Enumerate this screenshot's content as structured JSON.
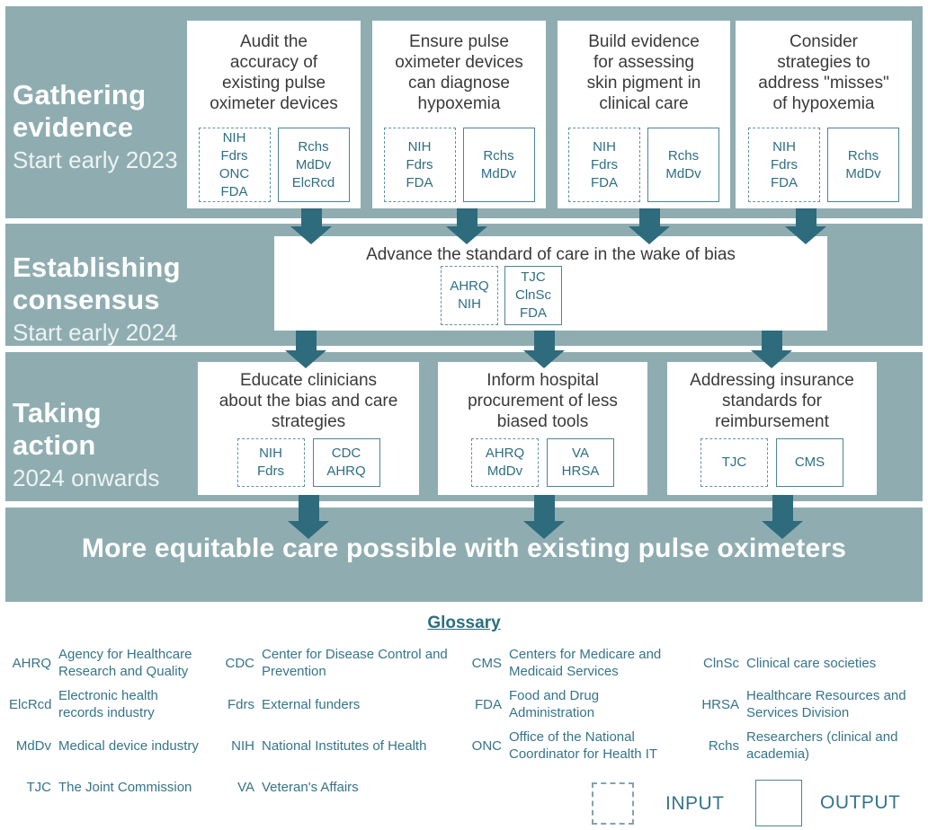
{
  "palette": {
    "band_background": "#8FADB1",
    "arrow_color": "#2E6B7D",
    "teal_text": "#2E6E84",
    "glossary_text": "#35748A",
    "box_border_solid": "#4A8598",
    "box_border_dashed": "#5E93A5",
    "card_title_text": "#3A3A3A",
    "band_title_text": "#FFFFFF"
  },
  "bands": [
    {
      "title": "Gathering\nevidence",
      "subtitle": "Start early 2023",
      "cards": [
        {
          "title": "Audit the\naccuracy of\nexisting pulse\noximeter devices",
          "input": "NIH\nFdrs\nONC\nFDA",
          "output": "Rchs\nMdDv\nElcRcd"
        },
        {
          "title": "Ensure pulse\noximeter devices\ncan diagnose\nhypoxemia",
          "input": "NIH\nFdrs\nFDA",
          "output": "Rchs\nMdDv"
        },
        {
          "title": "Build evidence\nfor assessing\nskin pigment in\nclinical care",
          "input": "NIH\nFdrs\nFDA",
          "output": "Rchs\nMdDv"
        },
        {
          "title": "Consider\nstrategies to\naddress \"misses\"\nof hypoxemia",
          "input": "NIH\nFdrs\nFDA",
          "output": "Rchs\nMdDv"
        }
      ]
    },
    {
      "title": "Establishing\nconsensus",
      "subtitle": "Start early 2024",
      "cards": [
        {
          "title": "Advance the standard of care in the wake of bias",
          "input": "AHRQ\nNIH",
          "output": "TJC\nClnSc\nFDA"
        }
      ]
    },
    {
      "title": "Taking\naction",
      "subtitle": "2024 onwards",
      "cards": [
        {
          "title": "Educate clinicians\nabout the bias and care\nstrategies",
          "input": "NIH\nFdrs",
          "output": "CDC\nAHRQ"
        },
        {
          "title": "Inform hospital\nprocurement of less\nbiased tools",
          "input": "AHRQ\nMdDv",
          "output": "VA\nHRSA"
        },
        {
          "title": "Addressing insurance\nstandards for\nreimbursement",
          "input": "TJC",
          "output": "CMS"
        }
      ]
    },
    {
      "text": "More equitable care possible with existing pulse oximeters"
    }
  ],
  "glossary": {
    "heading": "Glossary",
    "entries": [
      {
        "abbr": "AHRQ",
        "def": "Agency for Healthcare\nResearch and Quality"
      },
      {
        "abbr": "CDC",
        "def": "Center for Disease Control and\nPrevention"
      },
      {
        "abbr": "CMS",
        "def": "Centers for Medicare and\nMedicaid Services"
      },
      {
        "abbr": "ClnSc",
        "def": "Clinical care societies"
      },
      {
        "abbr": "ElcRcd",
        "def": "Electronic health\nrecords industry"
      },
      {
        "abbr": "Fdrs",
        "def": "External funders"
      },
      {
        "abbr": "FDA",
        "def": "Food and Drug\nAdministration"
      },
      {
        "abbr": "HRSA",
        "def": "Healthcare Resources and\nServices Division"
      },
      {
        "abbr": "MdDv",
        "def": "Medical device industry"
      },
      {
        "abbr": "NIH",
        "def": "National Institutes of Health"
      },
      {
        "abbr": "ONC",
        "def": "Office of the National\nCoordinator for Health IT"
      },
      {
        "abbr": "Rchs",
        "def": "Researchers (clinical and\nacademia)"
      },
      {
        "abbr": "TJC",
        "def": "The Joint Commission"
      },
      {
        "abbr": "VA",
        "def": "Veteran's Affairs"
      }
    ]
  },
  "legend": {
    "input_label": "INPUT",
    "output_label": "OUTPUT"
  }
}
